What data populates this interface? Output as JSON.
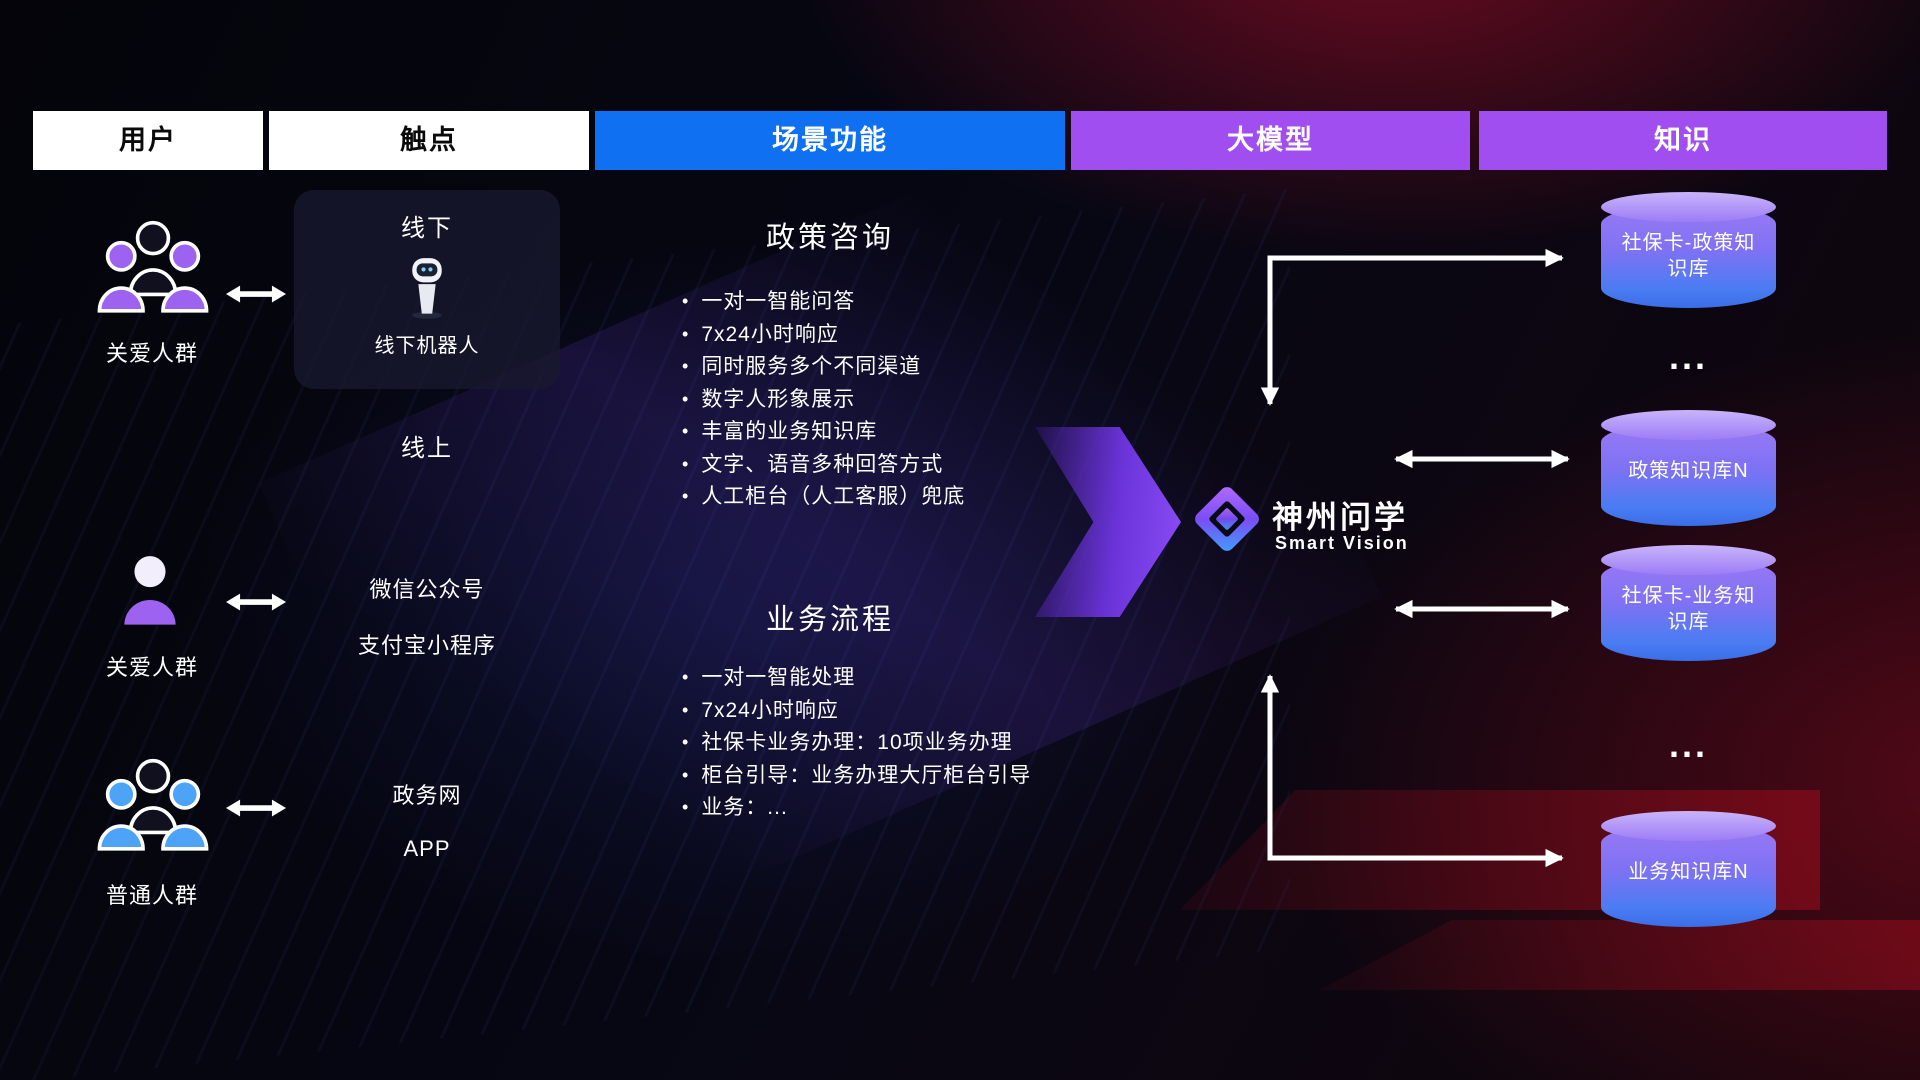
{
  "headers": {
    "users": "用户",
    "touchpoints": "触点",
    "scenarios": "场景功能",
    "model": "大模型",
    "knowledge": "知识"
  },
  "user_groups": [
    {
      "label": "关爱人群",
      "icon": "people-group-purple-icon"
    },
    {
      "label": "关爱人群",
      "icon": "single-person-purple-icon"
    },
    {
      "label": "普通人群",
      "icon": "people-group-blue-icon"
    }
  ],
  "touchpoints": {
    "offline_title": "线下",
    "offline_robot": "线下机器人",
    "online_title": "线上",
    "wechat": "微信公众号",
    "alipay": "支付宝小程序",
    "gov": "政务网",
    "app": "APP"
  },
  "scenarios": [
    {
      "title": "政策咨询",
      "items": [
        "一对一智能问答",
        "7x24小时响应",
        "同时服务多个不同渠道",
        "数字人形象展示",
        "丰富的业务知识库",
        "文字、语音多种回答方式",
        "人工柜台（人工客服）兜底"
      ]
    },
    {
      "title": "业务流程",
      "items": [
        "一对一智能处理",
        "7x24小时响应",
        "社保卡业务办理：10项业务办理",
        "柜台引导：业务办理大厅柜台引导",
        "业务：..."
      ]
    }
  ],
  "model": {
    "name": "神州问学",
    "subtitle": "Smart Vision"
  },
  "knowledge_bases": [
    {
      "label": "社保卡-政策知识库"
    },
    {
      "label": "政策知识库N"
    },
    {
      "label": "社保卡-业务知识库"
    },
    {
      "label": "业务知识库N"
    }
  ],
  "ellipsis": "...",
  "icons": {
    "robot-icon": "service-robot",
    "logo-diamond-icon": "diamond-gem",
    "database-icon": "cylinder",
    "arrow-bidirectional-icon": "double-headed-arrow",
    "flow-arrow-icon": "chevron-right-arrow"
  },
  "colors": {
    "header_blue": "#1070f2",
    "header_purple": "#a14ef0",
    "cylinder_top": "#c9b4fb",
    "cylinder_body_start": "#9a79f5",
    "cylinder_body_end": "#3a6ee8",
    "person_purple": "#9d63f0",
    "person_blue": "#4da3f5",
    "background_red": "#96081e",
    "arrow_white": "#ffffff"
  }
}
